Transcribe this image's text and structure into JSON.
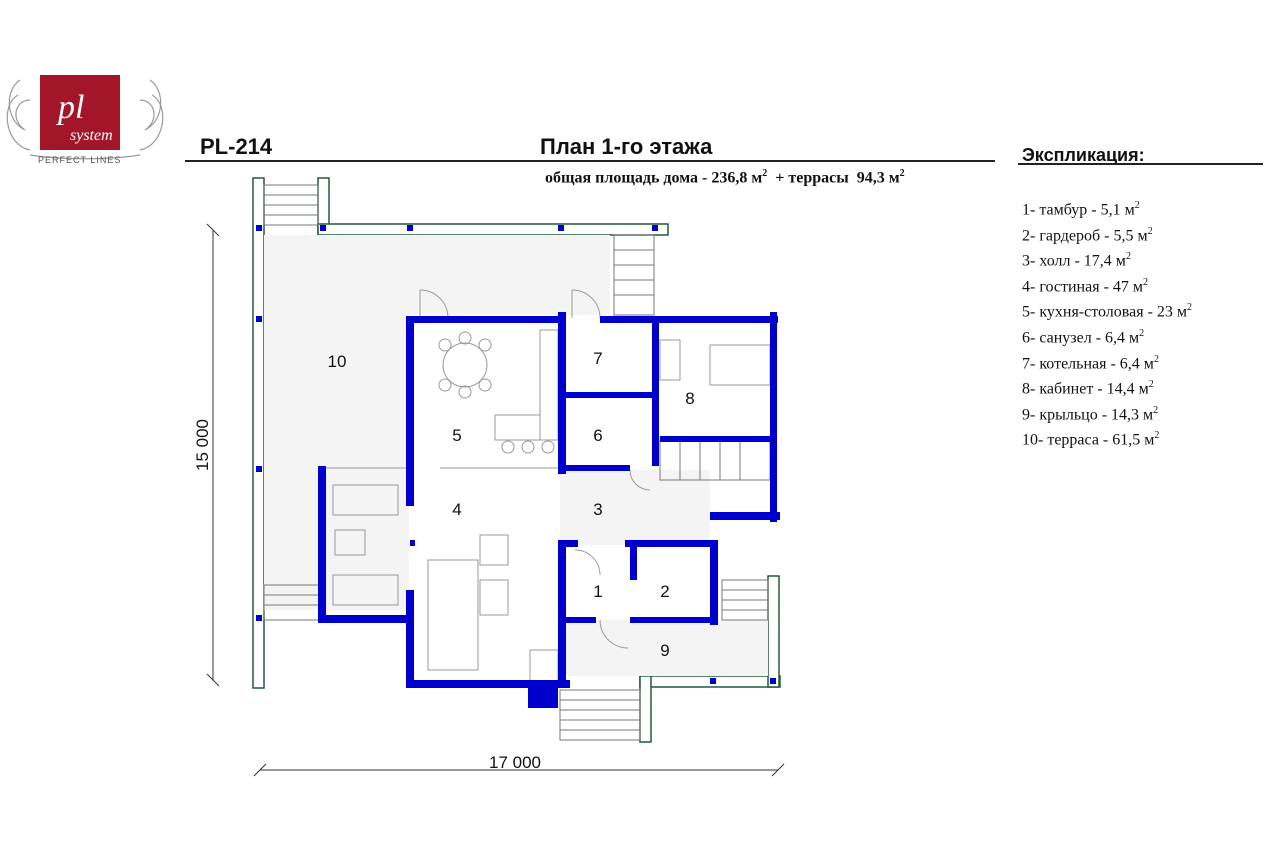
{
  "logo": {
    "mark": "pl",
    "sub": "system",
    "tagline": "PERFECT LINES"
  },
  "header": {
    "code": "PL-214",
    "title": "План 1-го этажа",
    "area_prefix": "общая площадь дома - 236,8 м",
    "area_mid": "  + террасы  94,3 м"
  },
  "legend": {
    "title": "Экспликация:",
    "items": [
      "1- тамбур - 5,1 м",
      "2- гардероб - 5,5 м",
      "3- холл - 17,4 м",
      "4- гостиная - 47 м",
      "5- кухня-столовая - 23 м",
      "6- санузел - 6,4 м",
      "7- котельная - 6,4 м",
      "8- кабинет - 14,4 м",
      "9- крыльцо - 14,3 м",
      "10- терраса - 61,5 м"
    ]
  },
  "dimensions": {
    "height": "15 000",
    "width": "17 000"
  },
  "rooms": [
    "1",
    "2",
    "3",
    "4",
    "5",
    "6",
    "7",
    "8",
    "9",
    "10"
  ],
  "colors": {
    "wall": "#0000cc",
    "terrace_border": "#1f5a3a",
    "terrace_fill": "#ffffff",
    "text": "#111111"
  }
}
